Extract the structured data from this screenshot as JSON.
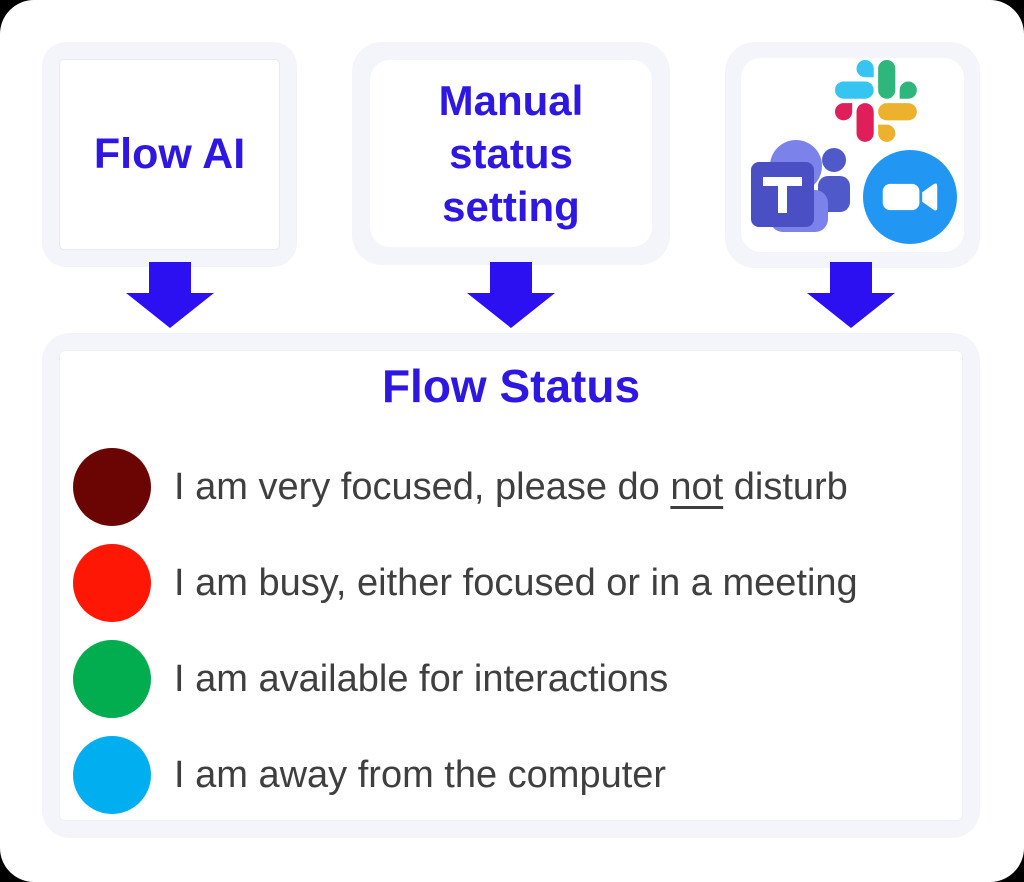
{
  "canvas": {
    "surface_color": "#ffffff",
    "backdrop_color": "#000000",
    "box_fill_color": "#f4f5fb"
  },
  "colors": {
    "accent_blue_text": "#2e17e3",
    "arrow_blue": "#2d10f2",
    "body_text": "#3f3f3f",
    "slack_blue": "#36C5F0",
    "slack_green": "#2EB67D",
    "slack_red": "#E01E5A",
    "slack_yellow": "#ECB22E",
    "teams_light": "#7B83EB",
    "teams_dark": "#5059C9",
    "teams_square": "#4A50C4",
    "teams_letter": "#ffffff",
    "zoom_blue": "#2196F3",
    "zoom_camera": "#ffffff"
  },
  "source_boxes": {
    "flow_ai": {
      "label": "Flow AI"
    },
    "manual": {
      "label": "Manual status setting",
      "lines": [
        "Manual",
        "status",
        "setting"
      ]
    },
    "integrations": {
      "apps": [
        "Slack",
        "Microsoft Teams",
        "Zoom"
      ]
    }
  },
  "status_panel": {
    "title": "Flow Status",
    "rows": [
      {
        "dot_color": "#6b0503",
        "text_before": "I am very focused, please do ",
        "text_underlined": "not",
        "text_after": " disturb"
      },
      {
        "dot_color": "#fd1704",
        "text_before": "I am busy, either focused or in a meeting",
        "text_underlined": "",
        "text_after": ""
      },
      {
        "dot_color": "#02ad50",
        "text_before": "I am available for interactions",
        "text_underlined": "",
        "text_after": ""
      },
      {
        "dot_color": "#01aff0",
        "text_before": "I am away from the computer",
        "text_underlined": "",
        "text_after": ""
      }
    ]
  }
}
